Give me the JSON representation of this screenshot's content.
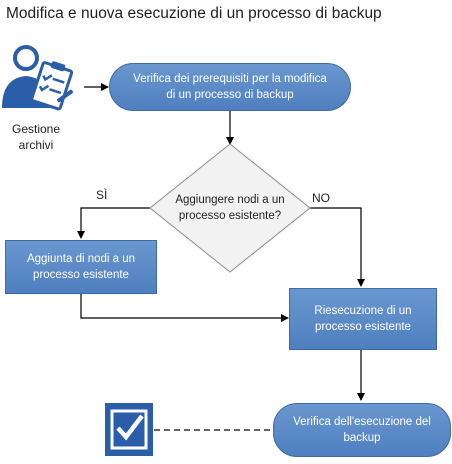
{
  "title": "Modifica e nuova esecuzione di un processo di backup",
  "role": {
    "line1": "Gestione",
    "line2": "archivi"
  },
  "steps": {
    "verify_prereq": {
      "line1": "Verifica dei prerequisiti per la modifica",
      "line2": "di un processo di backup"
    },
    "decision": {
      "line1": "Aggiungere nodi a un",
      "line2": "processo esistente?"
    },
    "add_nodes": {
      "line1": "Aggiunta di nodi a un",
      "line2": "processo esistente"
    },
    "rerun": {
      "line1": "Riesecuzione di un",
      "line2": "processo esistente"
    },
    "verify_run": {
      "line1": "Verifica dell'esecuzione del",
      "line2": "backup"
    }
  },
  "branches": {
    "yes": "SÌ",
    "no": "NO"
  },
  "colors": {
    "box_top": "#6a97cf",
    "box_bottom": "#4f7fbf",
    "box_border": "#3e6aa6",
    "decision_fill": "#f2f2f2",
    "icon_blue": "#2b5ea8"
  },
  "icons": {
    "role": "person-clipboard-icon",
    "done": "checkbox-checked-icon"
  }
}
